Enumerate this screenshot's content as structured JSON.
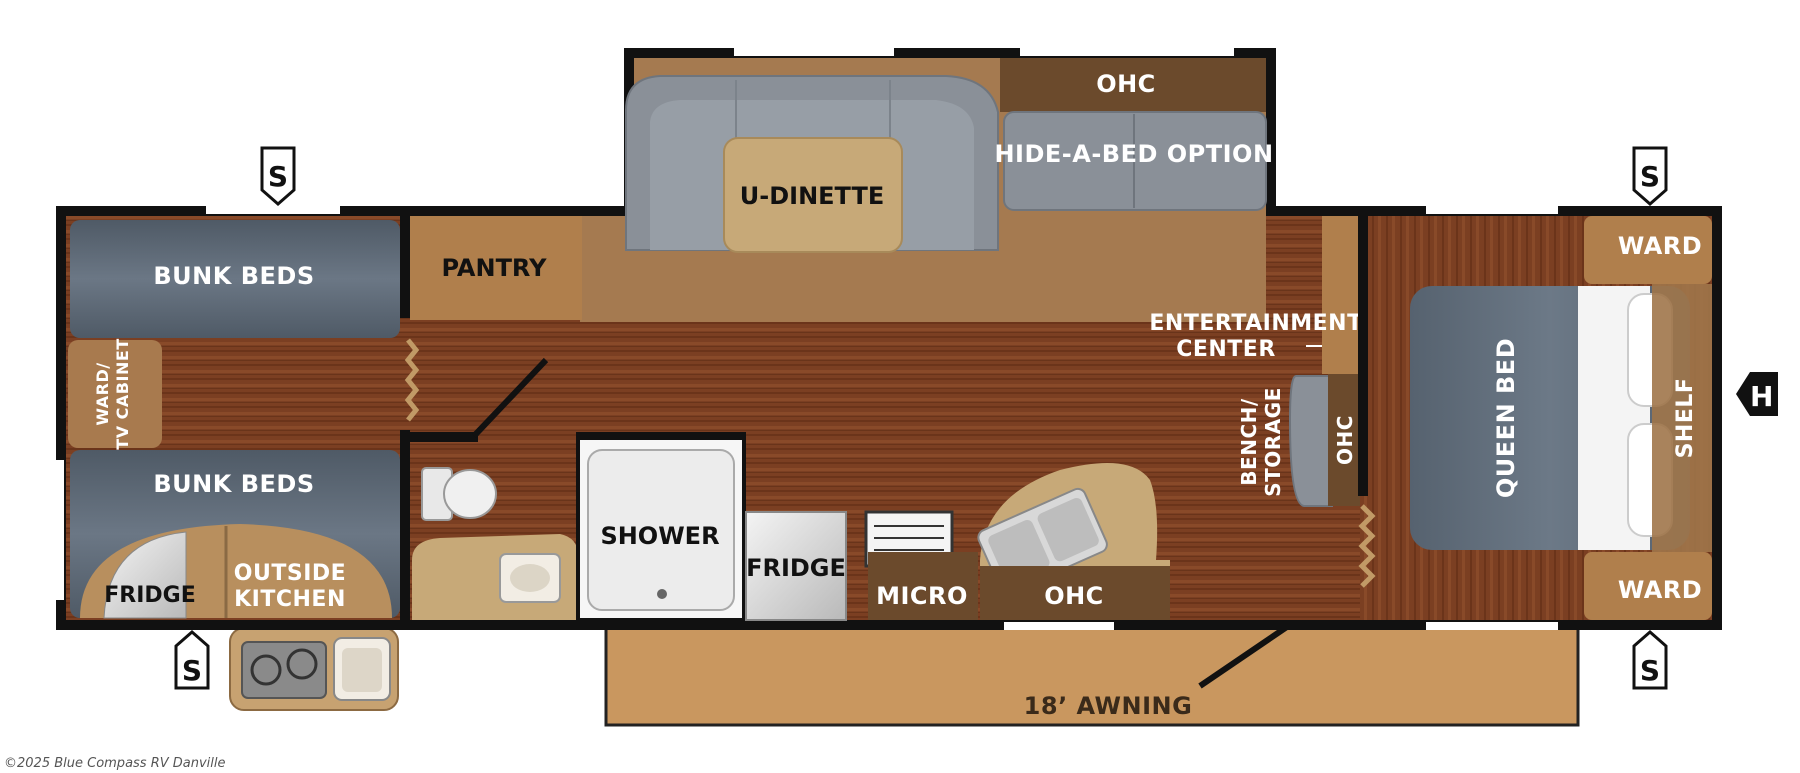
{
  "floorplan": {
    "labels": {
      "u_dinette": "U-DINETTE",
      "ohc_top": "OHC",
      "hide_a_bed": "HIDE-A-BED OPTION",
      "pantry": "PANTRY",
      "bunk_beds_top": "BUNK BEDS",
      "bunk_beds_bottom": "BUNK BEDS",
      "ward_tv_cabinet_1": "WARD/",
      "ward_tv_cabinet_2": "TV CABINET",
      "fridge_outside": "FRIDGE",
      "outside_kitchen_1": "OUTSIDE",
      "outside_kitchen_2": "KITCHEN",
      "shower": "SHOWER",
      "fridge_main": "FRIDGE",
      "micro": "MICRO",
      "ohc_kitchen": "OHC",
      "entertainment_1": "ENTERTAINMENT",
      "entertainment_2": "CENTER",
      "bench_storage_1": "BENCH/",
      "bench_storage_2": "STORAGE",
      "ohc_bench": "OHC",
      "queen_bed": "QUEEN BED",
      "shelf": "SHELF",
      "ward_top": "WARD",
      "ward_bottom": "WARD",
      "awning": "18’ AWNING"
    },
    "markers": {
      "stabilizer": "S",
      "hitch": "H"
    },
    "colors": {
      "wall": "#111111",
      "floor": "#7a3e22",
      "carpet": "#a57a50",
      "cabinet": "#a87a4e",
      "cushion": "#8a9098",
      "bed": "#5d6a78",
      "awning": "#c9975f",
      "ohc": "#6b4a2c"
    }
  },
  "footer": {
    "copyright": "©2025 Blue Compass RV Danville"
  }
}
